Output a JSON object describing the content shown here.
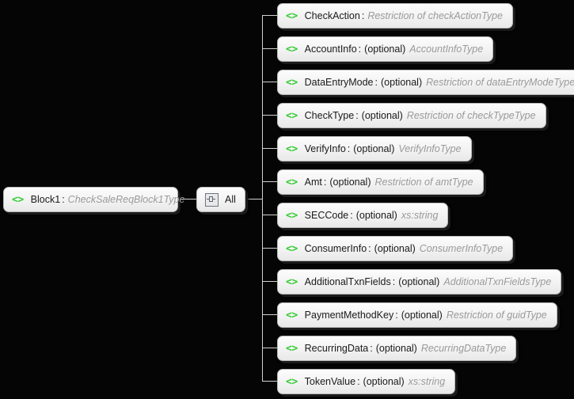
{
  "diagram": {
    "type": "xml-schema-tree",
    "background_color": "#050505",
    "node_fill_color": "#f4f4f4",
    "accent_color": "#33cc33",
    "type_text_color": "#9a9a9a",
    "wire_color": "#d2d2d2"
  },
  "root": {
    "icon": "code-brackets-icon",
    "name": "Block1",
    "separator": ":",
    "type": "CheckSaleReqBlock1Type"
  },
  "compositor": {
    "icon": "all-compositor-icon",
    "label": "All"
  },
  "elements": [
    {
      "icon": "code-brackets-icon",
      "name": "CheckAction",
      "separator": ":",
      "occurrence": "",
      "type": "Restriction of checkActionType"
    },
    {
      "icon": "code-brackets-icon",
      "name": "AccountInfo",
      "separator": ":",
      "occurrence": "(optional)",
      "type": "AccountInfoType"
    },
    {
      "icon": "code-brackets-icon",
      "name": "DataEntryMode",
      "separator": ":",
      "occurrence": "(optional)",
      "type": "Restriction of dataEntryModeType"
    },
    {
      "icon": "code-brackets-icon",
      "name": "CheckType",
      "separator": ":",
      "occurrence": "(optional)",
      "type": "Restriction of checkTypeType"
    },
    {
      "icon": "code-brackets-icon",
      "name": "VerifyInfo",
      "separator": ":",
      "occurrence": "(optional)",
      "type": "VerifyInfoType"
    },
    {
      "icon": "code-brackets-icon",
      "name": "Amt",
      "separator": ":",
      "occurrence": "(optional)",
      "type": "Restriction of amtType"
    },
    {
      "icon": "code-brackets-icon",
      "name": "SECCode",
      "separator": ":",
      "occurrence": "(optional)",
      "type": "xs:string"
    },
    {
      "icon": "code-brackets-icon",
      "name": "ConsumerInfo",
      "separator": ":",
      "occurrence": "(optional)",
      "type": "ConsumerInfoType"
    },
    {
      "icon": "code-brackets-icon",
      "name": "AdditionalTxnFields",
      "separator": ":",
      "occurrence": "(optional)",
      "type": "AdditionalTxnFieldsType"
    },
    {
      "icon": "code-brackets-icon",
      "name": "PaymentMethodKey",
      "separator": ":",
      "occurrence": "(optional)",
      "type": "Restriction of guidType"
    },
    {
      "icon": "code-brackets-icon",
      "name": "RecurringData",
      "separator": ":",
      "occurrence": "(optional)",
      "type": "RecurringDataType"
    },
    {
      "icon": "code-brackets-icon",
      "name": "TokenValue",
      "separator": ":",
      "occurrence": "(optional)",
      "type": "xs:string"
    }
  ],
  "icon_glyphs": {
    "code_brackets": "<>"
  }
}
